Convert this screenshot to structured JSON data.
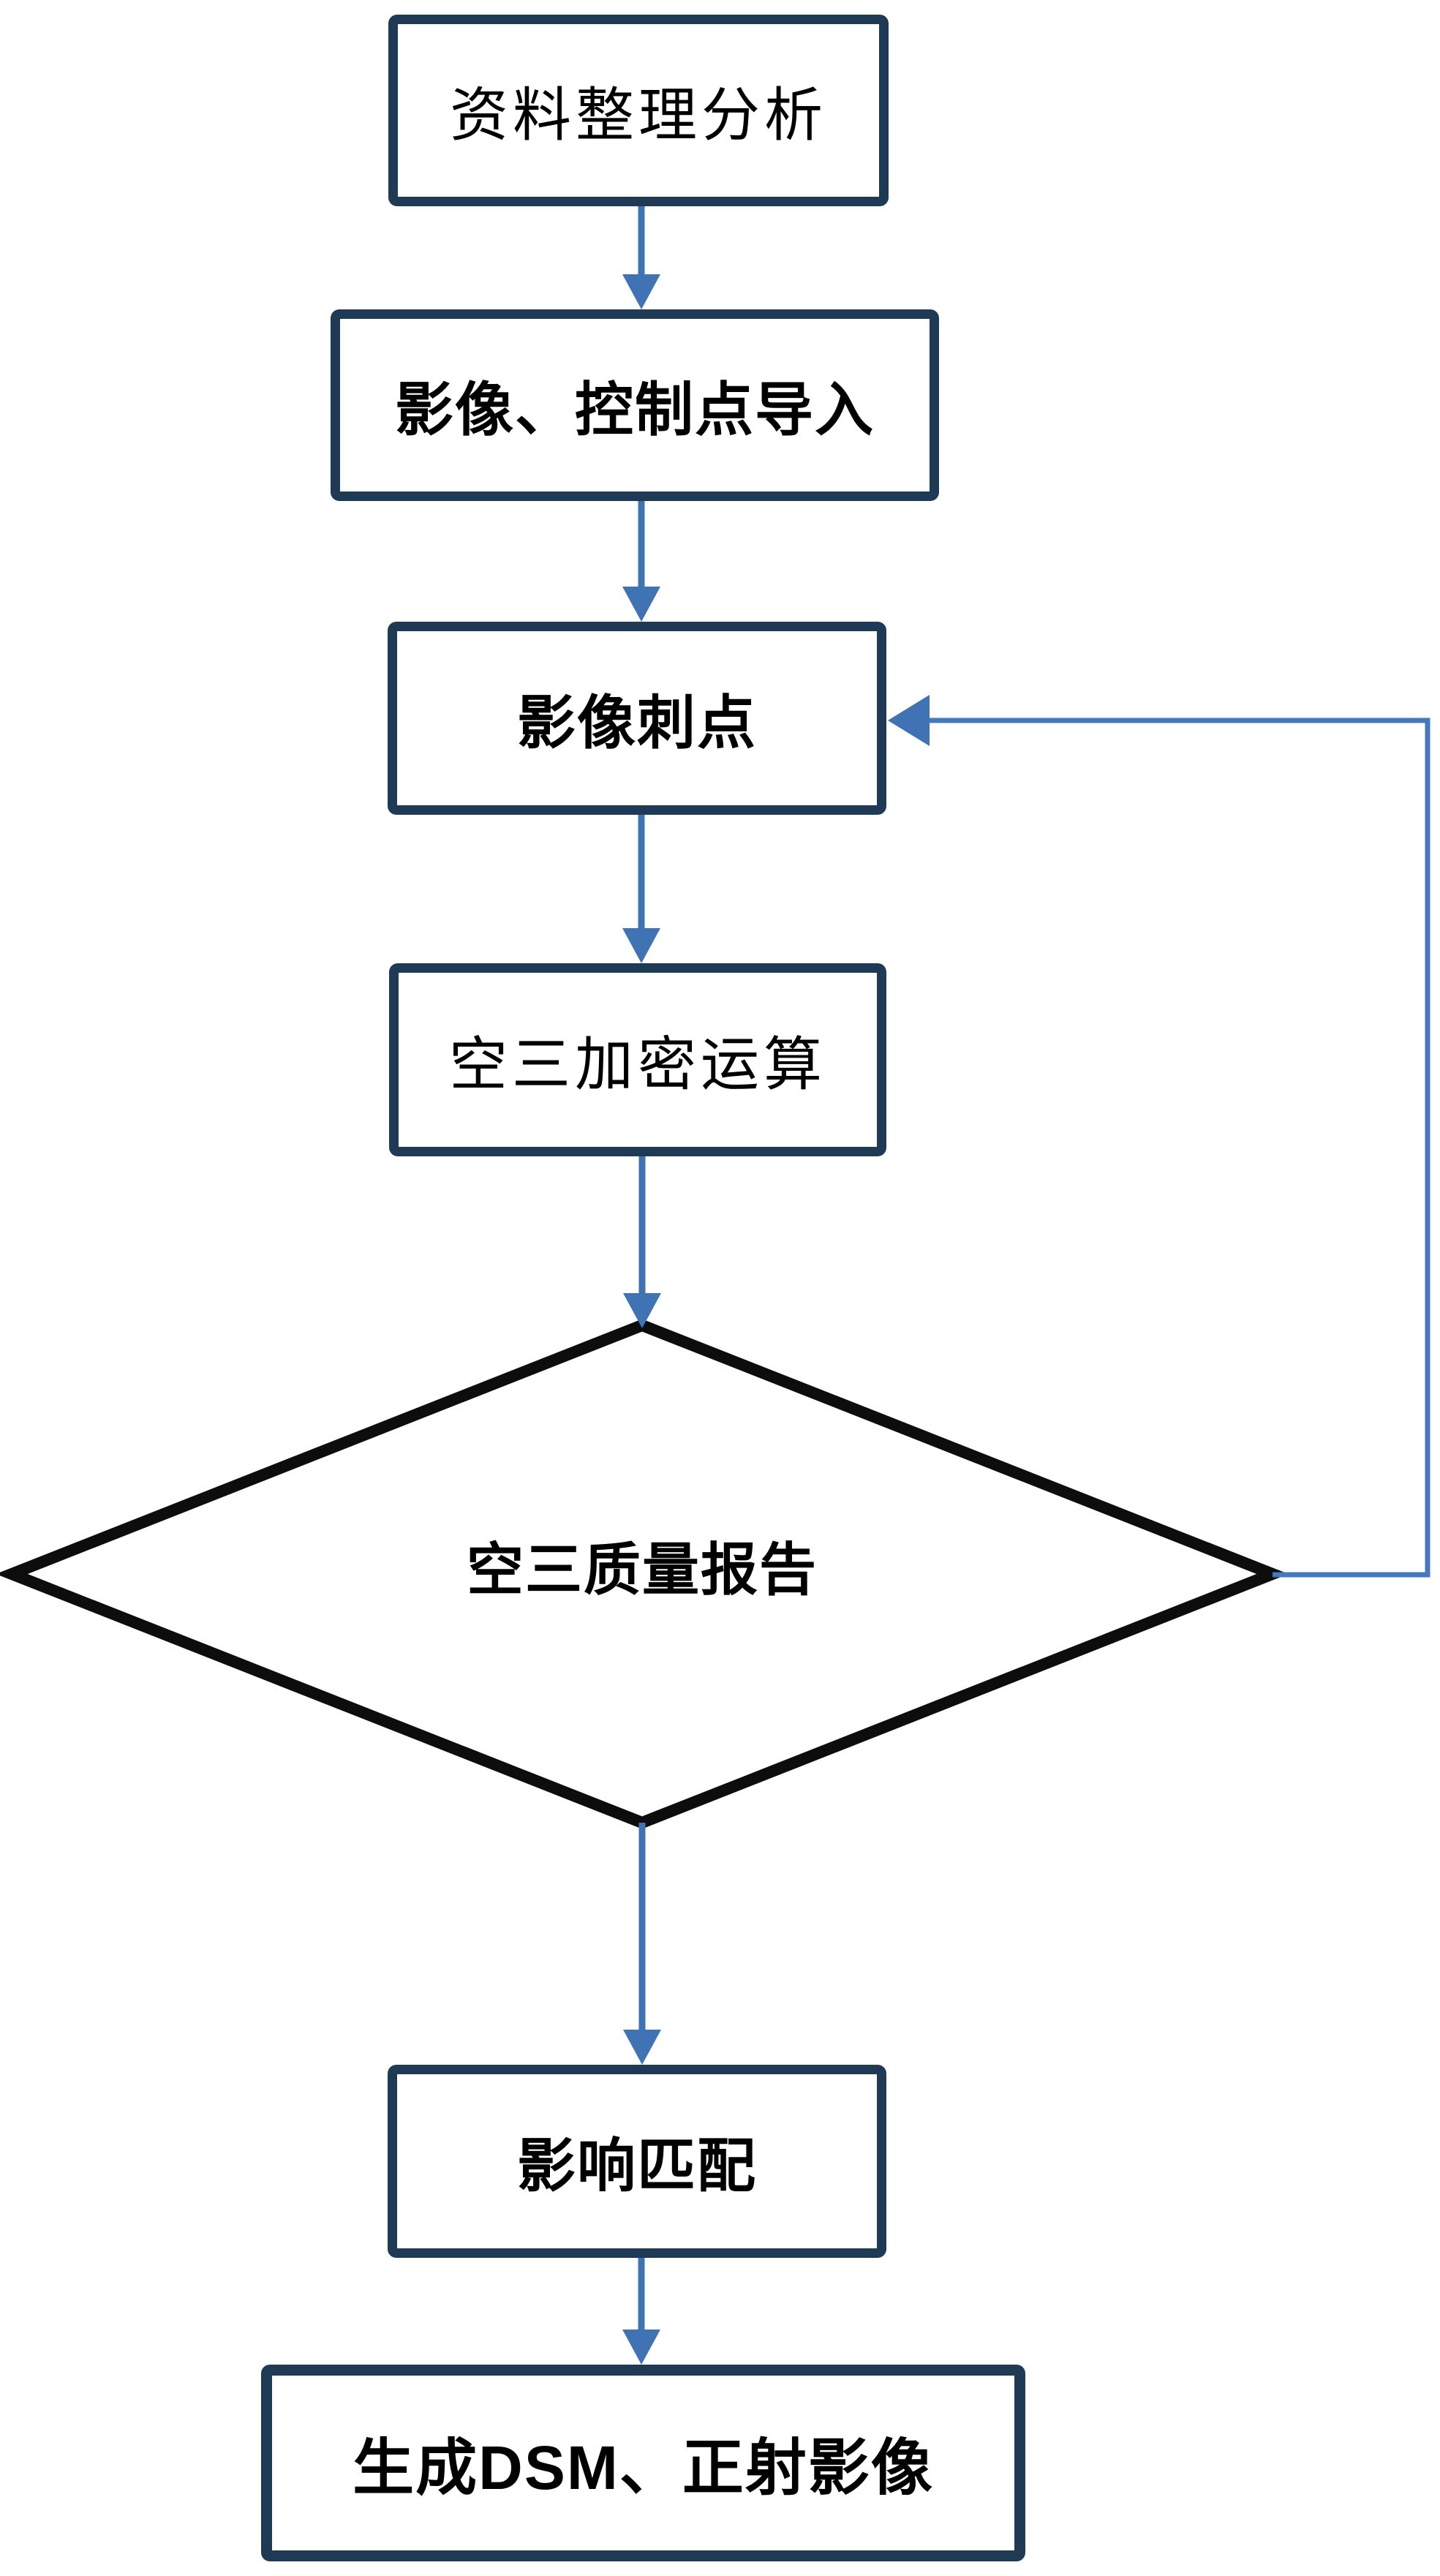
{
  "diagram": {
    "kind": "flowchart",
    "direction": "top-down",
    "background": "#ffffff",
    "colors": {
      "rect_border": "#1f3a54",
      "diamond_border": "#0d0d0d",
      "arrow": "#3f73b4",
      "text": "#000000"
    },
    "nodes": [
      {
        "id": "data-analysis",
        "shape": "rectangle",
        "label": "资料整理分析"
      },
      {
        "id": "import-points",
        "shape": "rectangle",
        "label": "影像、控制点导入"
      },
      {
        "id": "image-pricking",
        "shape": "rectangle",
        "label": "影像刺点"
      },
      {
        "id": "aerotriangulation",
        "shape": "rectangle",
        "label": "空三加密运算"
      },
      {
        "id": "quality-report",
        "shape": "diamond",
        "label": "空三质量报告"
      },
      {
        "id": "image-matching",
        "shape": "rectangle",
        "label": "影响匹配"
      },
      {
        "id": "generate-dsm-ortho",
        "shape": "rectangle",
        "label": "生成DSM、正射影像"
      }
    ],
    "edges": [
      {
        "from": "data-analysis",
        "to": "import-points",
        "style": "arrow-down"
      },
      {
        "from": "import-points",
        "to": "image-pricking",
        "style": "arrow-down"
      },
      {
        "from": "image-pricking",
        "to": "aerotriangulation",
        "style": "arrow-down"
      },
      {
        "from": "aerotriangulation",
        "to": "quality-report",
        "style": "arrow-down"
      },
      {
        "from": "quality-report",
        "to": "image-matching",
        "style": "arrow-down"
      },
      {
        "from": "image-matching",
        "to": "generate-dsm-ortho",
        "style": "arrow-down"
      },
      {
        "from": "quality-report",
        "to": "image-pricking",
        "style": "feedback-loop-right"
      }
    ]
  }
}
